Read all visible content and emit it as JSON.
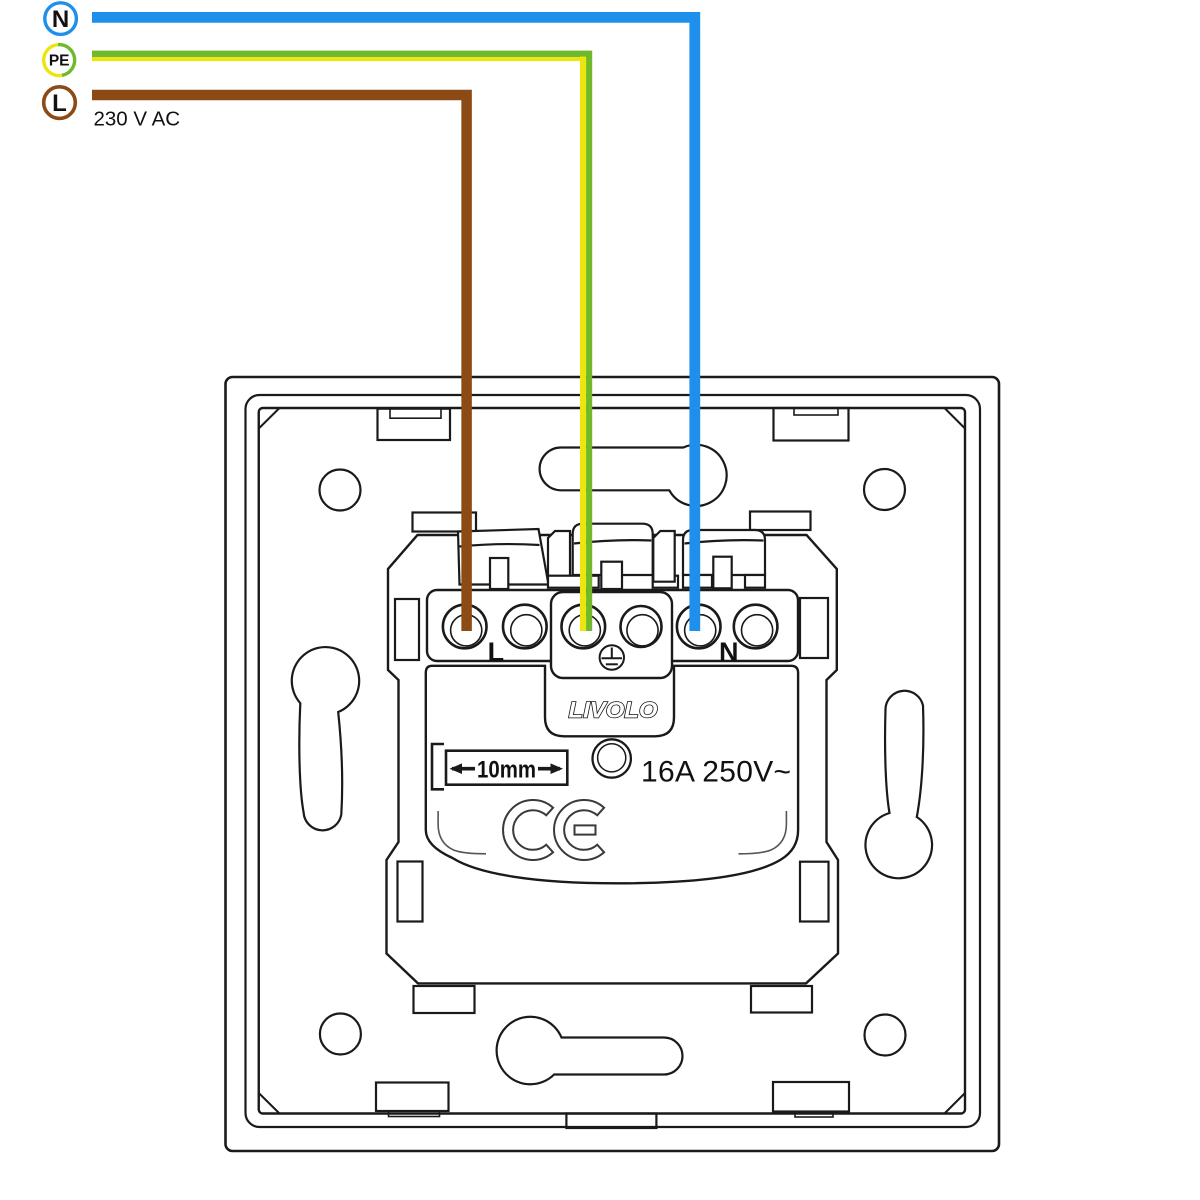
{
  "diagram": {
    "background": "#ffffff",
    "line_color": "#1a1a1a",
    "legend": {
      "supply_label": "230 V AC",
      "neutral_label": "N",
      "earth_label": "PE",
      "line_label": "L"
    },
    "wires": {
      "neutral_color": "#1e8feb",
      "earth_green_color": "#6fb92b",
      "earth_yellow_color": "#ece60e",
      "line_color": "#8c4a15"
    },
    "socket": {
      "brand": "LIVOLO",
      "rating": "16A 250V~",
      "strip_length": "10mm",
      "terminal_line_label": "L",
      "terminal_neutral_label": "N"
    }
  }
}
